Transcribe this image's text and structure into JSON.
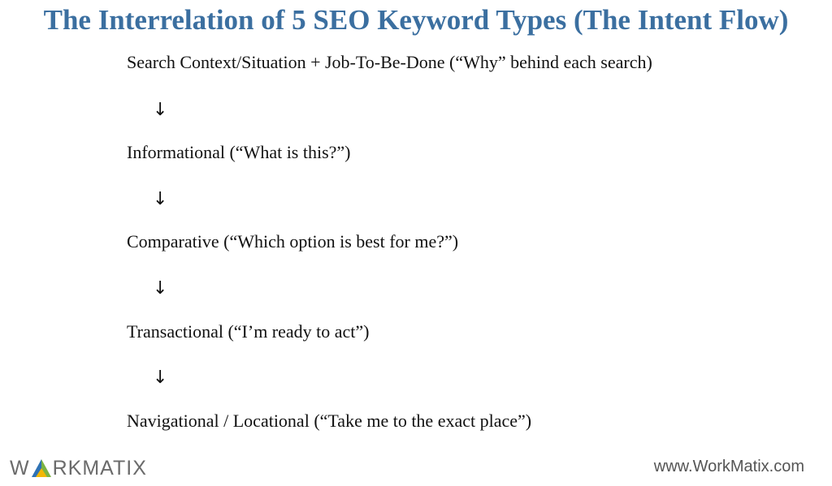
{
  "title": "The Interrelation of 5 SEO Keyword Types (The Intent Flow)",
  "flow": {
    "steps": [
      "Search Context/Situation + Job-To-Be-Done (“Why” behind each search)",
      "Informational (“What is this?”)",
      "Comparative (“Which option is best for me?”)",
      "Transactional (“I’m ready to act”)",
      "Navigational / Locational (“Take me to the exact place”)"
    ],
    "arrow": "↓"
  },
  "footer": {
    "logo_text": "WORKMATIX",
    "website": "www.WorkMatix.com"
  },
  "colors": {
    "title": "#3b6fa0",
    "text": "#111111",
    "logo_text": "#6b6b6b",
    "logo_blue": "#2f72b5",
    "logo_green": "#7cb342",
    "logo_yellow": "#f2b705"
  }
}
